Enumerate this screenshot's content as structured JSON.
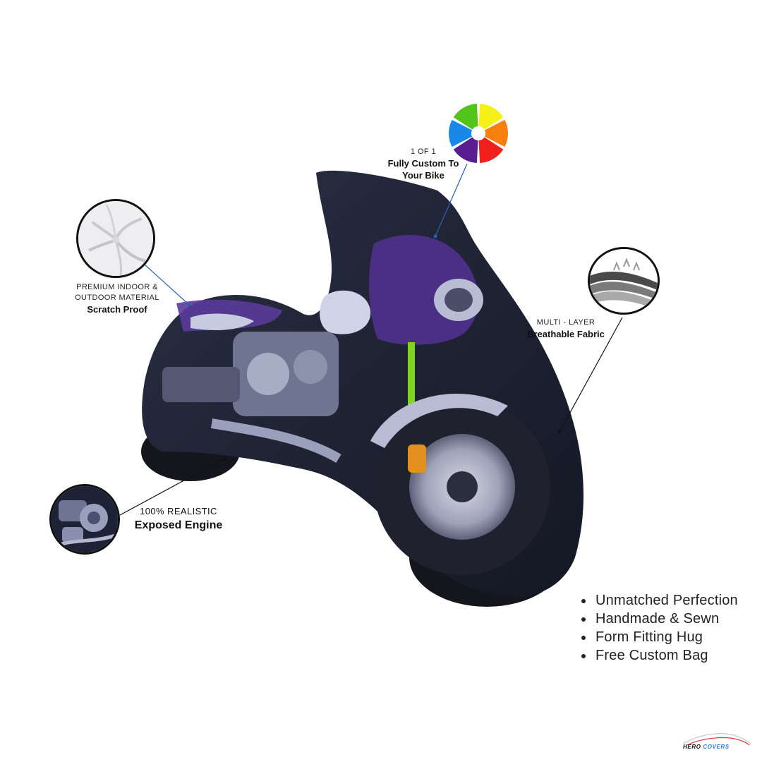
{
  "callouts": {
    "custom": {
      "line1": "1 OF 1",
      "line2": "Fully Custom To",
      "line3": "Your Bike"
    },
    "material": {
      "line1": "PREMIUM INDOOR &",
      "line2": "OUTDOOR MATERIAL",
      "line3": "Scratch Proof"
    },
    "fabric": {
      "line1": "MULTI - LAYER",
      "line2": "Breathable Fabric"
    },
    "engine": {
      "line1": "100% REALISTIC",
      "line2": "Exposed Engine"
    }
  },
  "features": [
    "Unmatched Perfection",
    "Handmade & Sewn",
    "Form Fitting Hug",
    "Free Custom Bag"
  ],
  "brand": {
    "word1": "HERO",
    "word2": "COVERS"
  },
  "colors": {
    "wheel": [
      "#f5f016",
      "#f77f0f",
      "#f0201c",
      "#5a1d8f",
      "#1a88e8",
      "#52c41a"
    ],
    "cover": "#1d2130",
    "accent": "#5b3a9a"
  },
  "icons": {
    "color_wheel": "color-wheel-icon",
    "fabric_swatch": "fabric-swatch-icon",
    "layers": "layers-icon",
    "engine_photo": "engine-thumbnail-icon"
  }
}
